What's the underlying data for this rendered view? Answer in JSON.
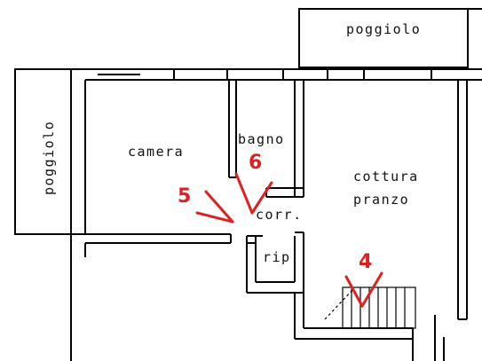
{
  "rooms": {
    "camera": "camera",
    "bagno": "bagno",
    "cottura_line1": "cottura",
    "cottura_line2": "pranzo",
    "corr": "corr.",
    "rip": "rip.",
    "poggiolo_top": "poggiolo",
    "poggiolo_left": "poggiolo"
  },
  "markers": [
    {
      "id": "5",
      "label": "5"
    },
    {
      "id": "6",
      "label": "6"
    },
    {
      "id": "4",
      "label": "4"
    }
  ],
  "colors": {
    "wall": "#000000",
    "marker": "#e02020",
    "background": "#ffffff"
  }
}
